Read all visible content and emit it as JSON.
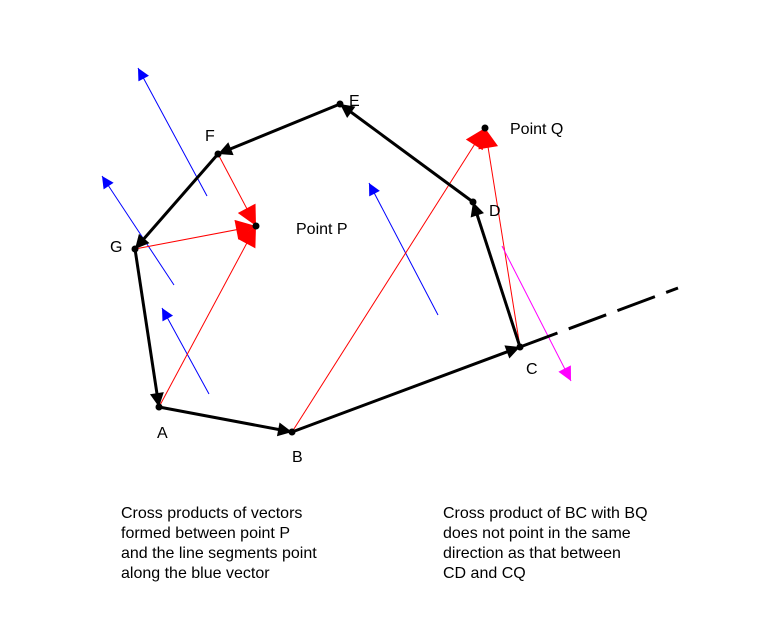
{
  "labels": {
    "A": "A",
    "B": "B",
    "C": "C",
    "D": "D",
    "E": "E",
    "F": "F",
    "G": "G",
    "P": "Point P",
    "Q": "Point Q"
  },
  "captions": {
    "left": "Cross products of vectors\nformed between point P\nand the line segments point\nalong the blue vector",
    "right": "Cross product of BC with BQ\ndoes not point in the same\ndirection as that between\nCD and CQ"
  },
  "colors": {
    "polygon": "#000000",
    "to_point": "#ff0000",
    "normal": "#0000ff",
    "opposite_normal": "#ff00ff"
  }
}
